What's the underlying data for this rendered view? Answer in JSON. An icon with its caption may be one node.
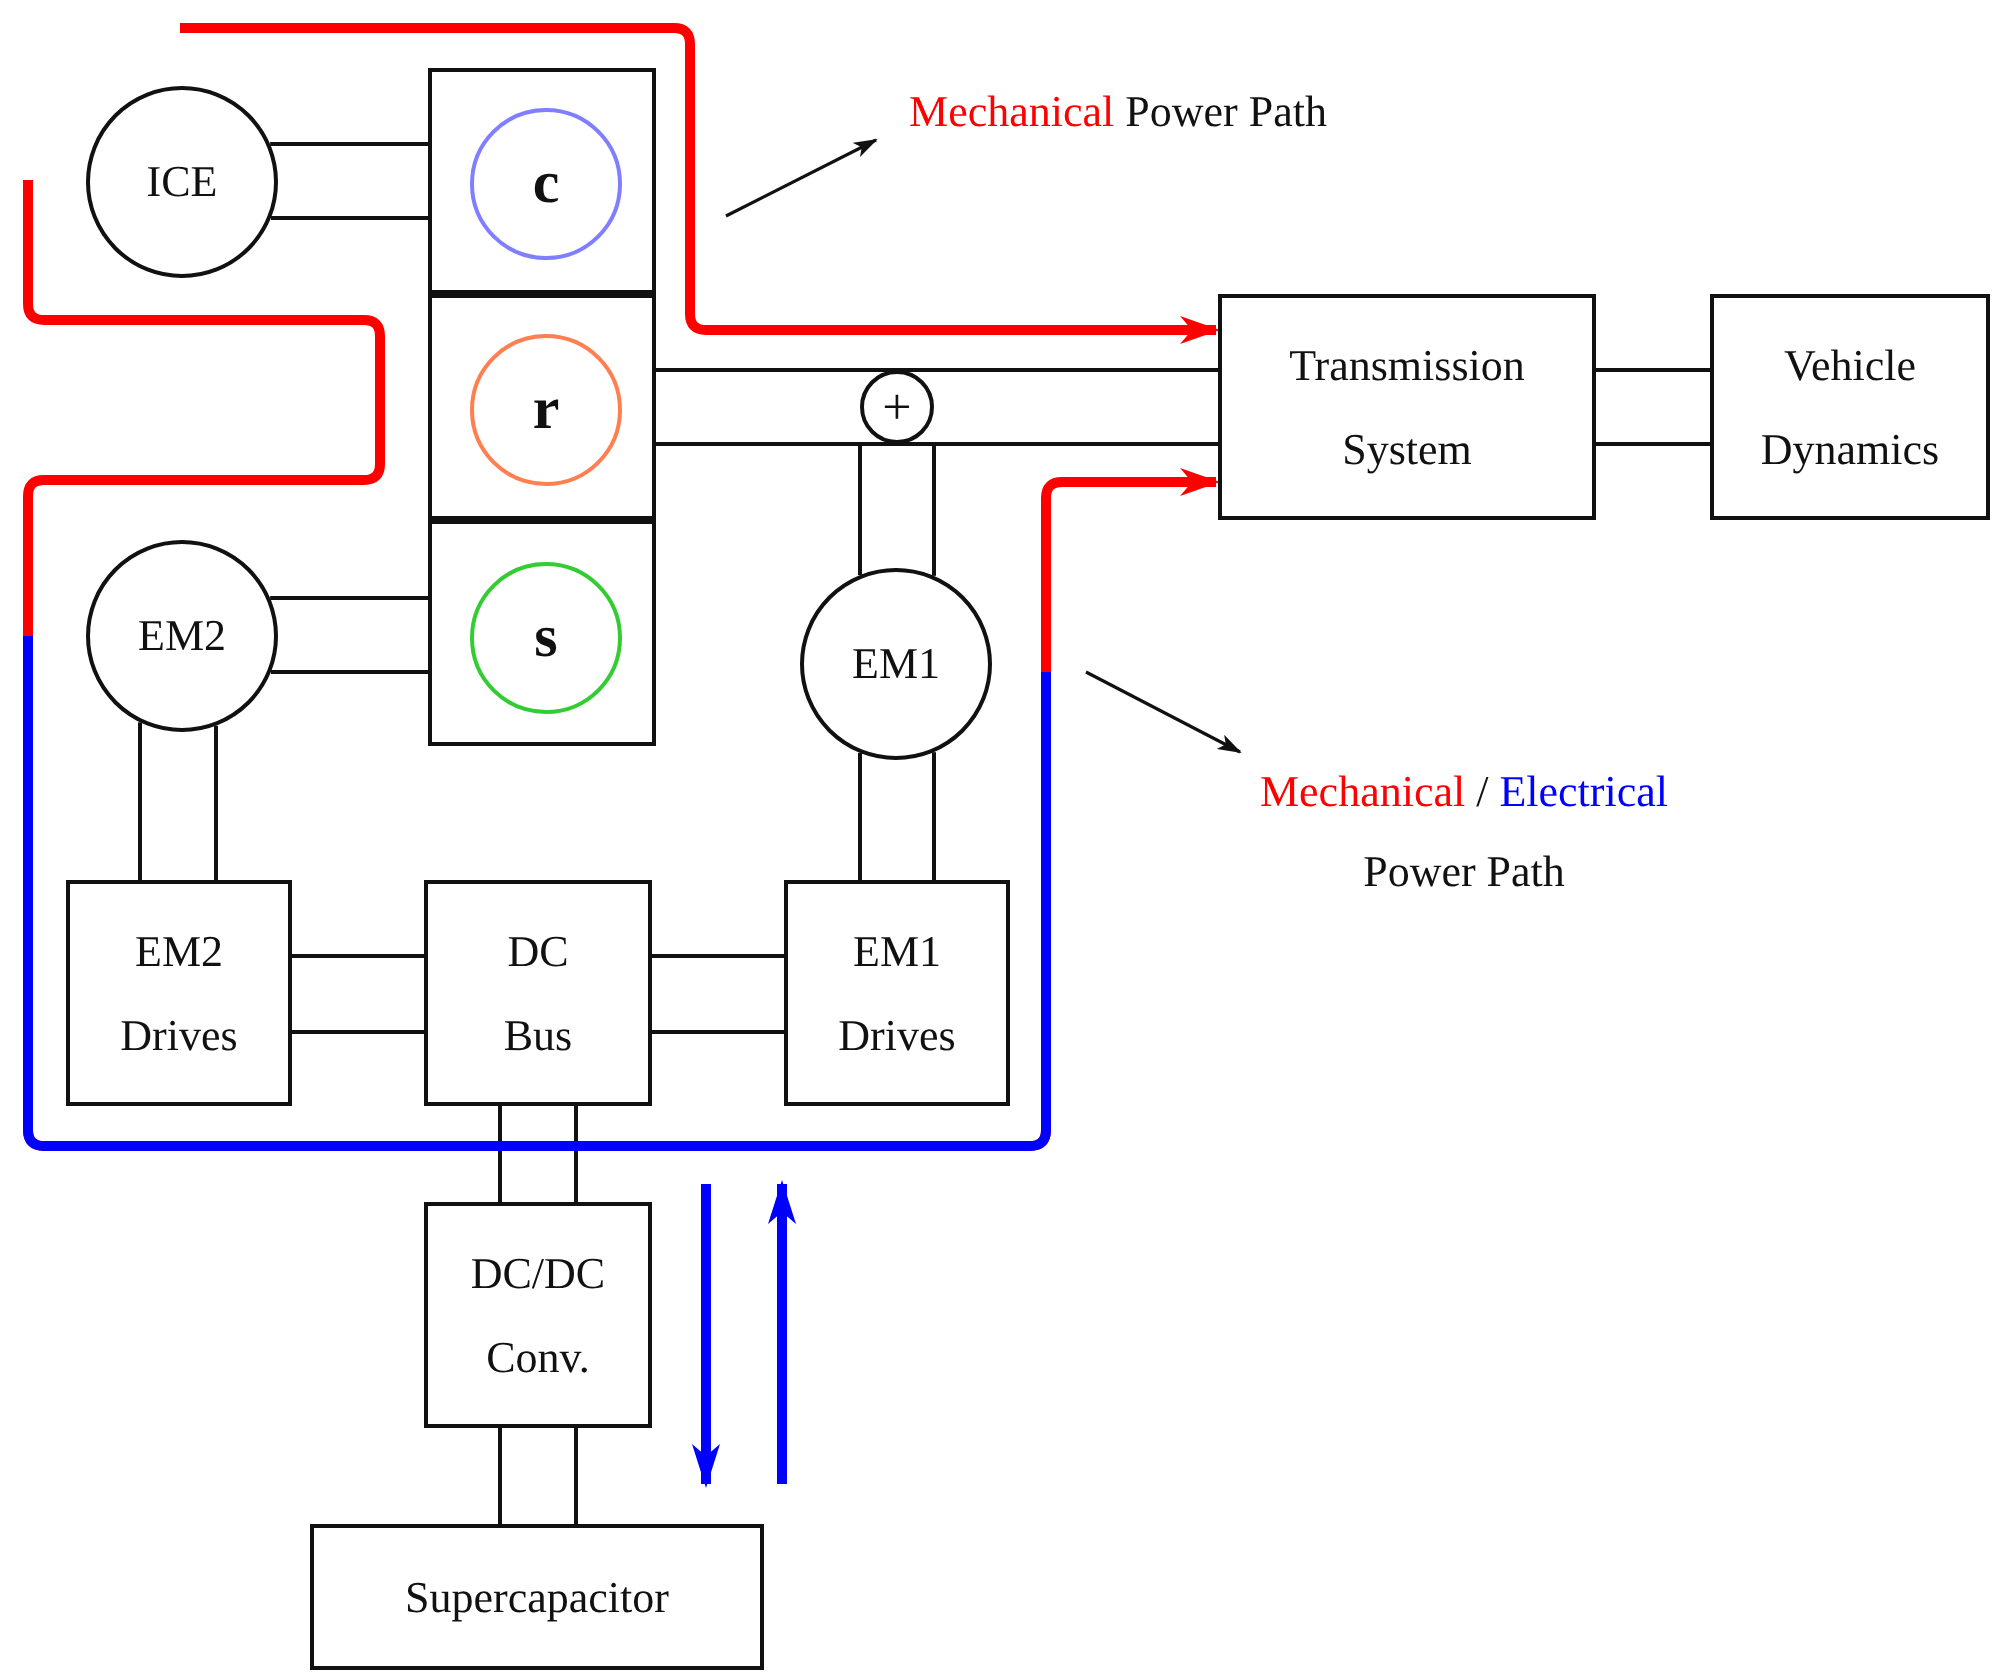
{
  "diagram": {
    "nodes": [
      {
        "text": [
          "ICE"
        ]
      },
      {
        "text": [],
        "shape": "box"
      },
      {
        "text": [
          "c"
        ],
        "in": 1
      },
      {
        "text": [],
        "shape": "box"
      },
      {
        "text": [
          "r"
        ],
        "in": 3
      },
      {
        "text": [],
        "shape": "box"
      },
      {
        "text": [
          "s"
        ],
        "in": 5
      },
      {
        "text": [
          "EM2"
        ]
      },
      {
        "text": [
          "+"
        ]
      },
      {
        "text": [
          "EM1"
        ]
      },
      {
        "text": [
          "Transmission System"
        ]
      },
      {
        "text": [
          "Vehicle Dynamics"
        ]
      },
      {
        "text": [
          "EM2 Drives"
        ]
      },
      {
        "text": [
          "DC Bus"
        ]
      },
      {
        "text": [
          "EM1 Drives"
        ]
      },
      {
        "text": [
          "DC/DC Conv."
        ]
      },
      {
        "text": [
          "Supercapacitor"
        ]
      },
      {
        "text": [
          "Mechanical",
          "Power Path"
        ]
      },
      {
        "text": [
          "Mechanical",
          "/",
          "Electrical",
          "Power Path"
        ]
      }
    ],
    "edges": [
      {
        "from": 0,
        "to": 1,
        "arrow": "none"
      },
      {
        "from": 0,
        "to": 1,
        "arrow": "none"
      },
      {
        "from": 7,
        "to": 5,
        "arrow": "none"
      },
      {
        "from": 7,
        "to": 5,
        "arrow": "none"
      },
      {
        "from": 3,
        "to": 10,
        "arrow": "none"
      },
      {
        "from": 3,
        "to": 10,
        "arrow": "none"
      },
      {
        "from": 9,
        "to": 8,
        "arrow": "none"
      },
      {
        "from": 9,
        "to": 8,
        "arrow": "none"
      },
      {
        "from": 10,
        "to": 11,
        "arrow": "none"
      },
      {
        "from": 10,
        "to": 11,
        "arrow": "none"
      },
      {
        "from": 7,
        "to": 12,
        "arrow": "none"
      },
      {
        "from": 7,
        "to": 12,
        "arrow": "none"
      },
      {
        "from": 9,
        "to": 14,
        "arrow": "none"
      },
      {
        "from": 9,
        "to": 14,
        "arrow": "none"
      },
      {
        "from": 12,
        "to": 13,
        "arrow": "none"
      },
      {
        "from": 12,
        "to": 13,
        "arrow": "none"
      },
      {
        "from": 13,
        "to": 14,
        "arrow": "none"
      },
      {
        "from": 13,
        "to": 14,
        "arrow": "none"
      },
      {
        "from": 13,
        "to": 15,
        "arrow": "none"
      },
      {
        "from": 13,
        "to": 15,
        "arrow": "none"
      },
      {
        "from": 15,
        "to": 16,
        "arrow": "none"
      },
      {
        "from": 15,
        "to": 16,
        "arrow": "none"
      },
      {
        "from": null,
        "to": 17,
        "arrow": "to"
      },
      {
        "from": null,
        "to": 18,
        "arrow": "to"
      },
      {
        "from": null,
        "to": 10,
        "arrow": "to",
        "style": "thick",
        "color": "#ff0000"
      },
      {
        "from": null,
        "to": 10,
        "arrow": "to",
        "style": "thick",
        "color": "#ff0000"
      }
    ]
  }
}
